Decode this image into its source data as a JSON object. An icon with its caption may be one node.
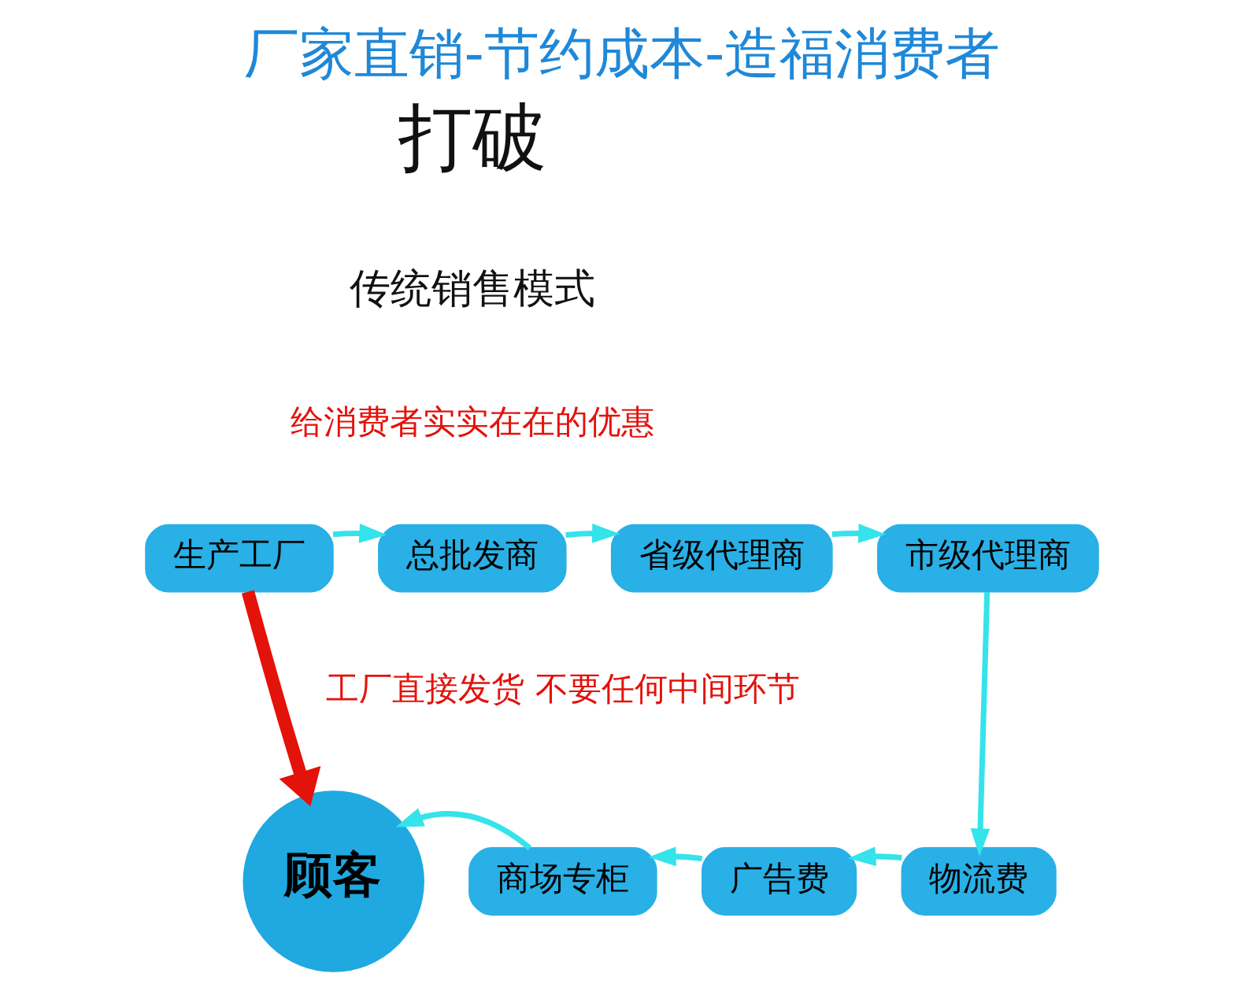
{
  "diagram": {
    "title": "厂家直销-节约成本-造福消费者",
    "nodes": [
      {
        "text": [
          "生产工厂"
        ]
      },
      {
        "text": [
          "总批发商"
        ]
      },
      {
        "text": [
          "省级代理商"
        ]
      },
      {
        "text": [
          "市级代理商"
        ]
      },
      {
        "text": [
          "物流费"
        ]
      },
      {
        "text": [
          "广告费"
        ]
      },
      {
        "text": [
          "商场专柜"
        ]
      },
      {
        "text": [
          "顾客"
        ]
      }
    ],
    "edges": [
      {
        "from": 0,
        "to": 1,
        "arrow": "to"
      },
      {
        "from": 1,
        "to": 2,
        "arrow": "to"
      },
      {
        "from": 2,
        "to": 3,
        "arrow": "to"
      },
      {
        "from": 3,
        "to": 4,
        "arrow": "to"
      },
      {
        "from": 4,
        "to": 5,
        "arrow": "to"
      },
      {
        "from": 5,
        "to": 6,
        "arrow": "to"
      },
      {
        "from": 6,
        "to": 7,
        "arrow": "to"
      },
      {
        "from": 0,
        "to": 7,
        "arrow": "to",
        "style": "thick",
        "color": "#e3120b"
      }
    ],
    "labels": [
      "打破",
      "传统销售模式",
      "给消费者实实在在的优惠",
      "工厂直接发货 不要任何中间环节"
    ]
  }
}
